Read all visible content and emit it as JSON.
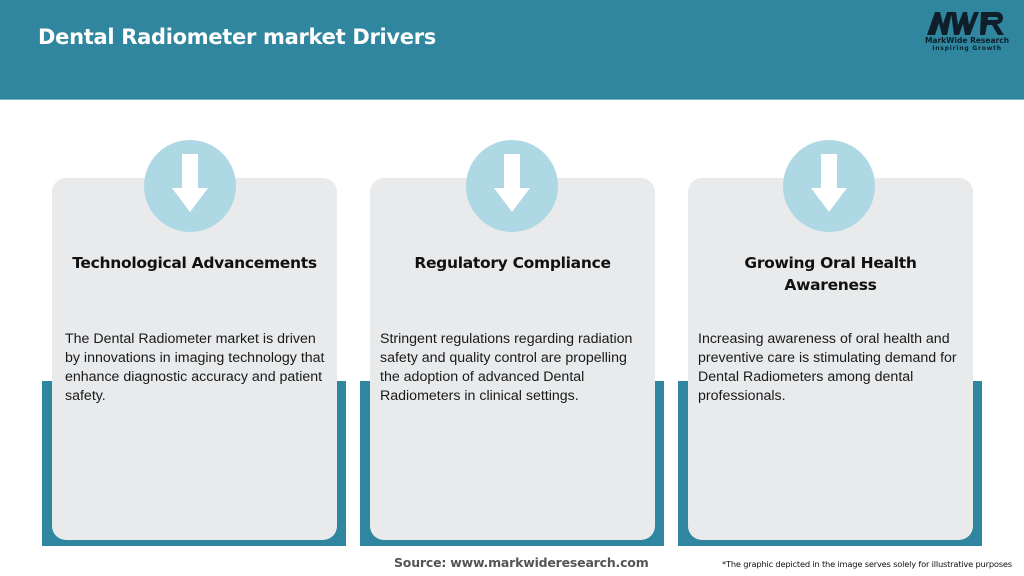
{
  "header": {
    "title": "Dental Radiometer market Drivers",
    "background_color": "#2F869E"
  },
  "logo": {
    "mark": "MWR",
    "name": "MarkWide Research",
    "tagline": "Inspiring Growth"
  },
  "colors": {
    "accent": "#2F869E",
    "card_background": "#E8EAEC",
    "circle": "#ADD8E4",
    "arrow": "#FFFFFF"
  },
  "drivers": [
    {
      "icon": "down-arrow-icon",
      "title": "Technological Advancements",
      "description": "The Dental Radiometer market is driven by innovations in imaging technology that enhance diagnostic accuracy and patient safety."
    },
    {
      "icon": "down-arrow-icon",
      "title": "Regulatory Compliance",
      "description": "Stringent regulations regarding radiation safety and quality control are propelling the adoption of advanced Dental Radiometers in clinical settings."
    },
    {
      "icon": "down-arrow-icon",
      "title": "Growing Oral Health Awareness",
      "description": "Increasing awareness of oral health and preventive care is stimulating demand for Dental Radiometers among dental professionals."
    }
  ],
  "footer": {
    "source": "Source: www.markwideresearch.com",
    "disclaimer": "*The graphic depicted in the image serves solely for illustrative purposes"
  }
}
